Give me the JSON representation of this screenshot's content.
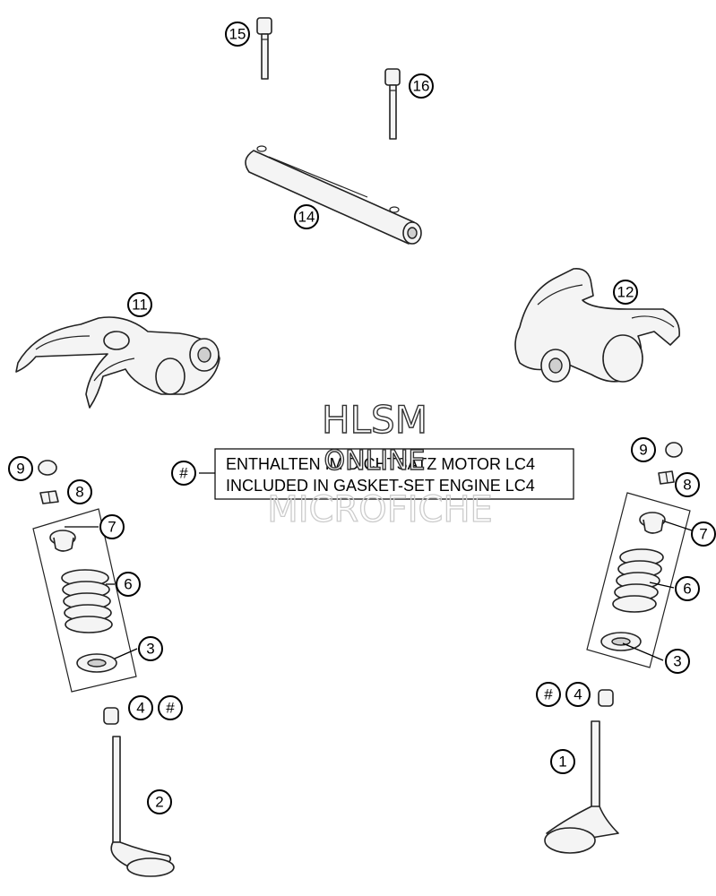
{
  "note": {
    "marker": "#",
    "line1": "ENTHALTEN IM DICHTSATZ MOTOR LC4",
    "line2": "INCLUDED IN GASKET-SET ENGINE LC4"
  },
  "watermark": {
    "line1": "HLSM",
    "line2": "ONLINE",
    "line3": "MICROFICHE"
  },
  "callouts": {
    "c1": "1",
    "c2": "2",
    "c3_left": "3",
    "c3_right": "3",
    "c4_left": "4",
    "c4_right": "4",
    "c6_left": "6",
    "c6_right": "6",
    "c7_left": "7",
    "c7_right": "7",
    "c8_left": "8",
    "c8_right": "8",
    "c9_left": "9",
    "c9_right": "9",
    "c11": "11",
    "c12": "12",
    "c14": "14",
    "c15": "15",
    "c16": "16",
    "hash_left": "#",
    "hash_right": "#"
  }
}
